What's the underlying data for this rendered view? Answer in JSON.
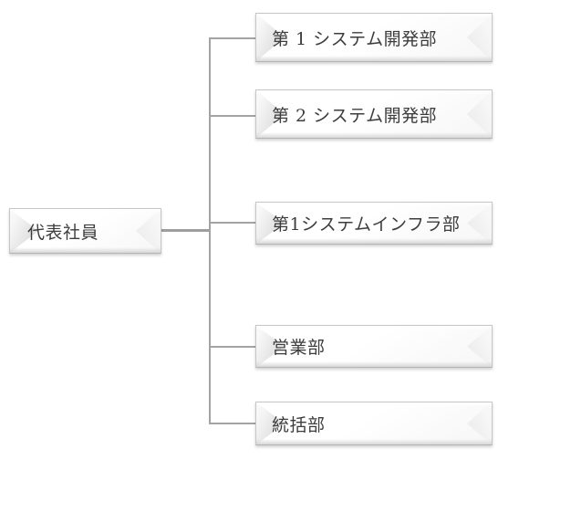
{
  "diagram": {
    "type": "org-chart",
    "root": {
      "label": "代表社員"
    },
    "departments": [
      {
        "label": "第 1 システム開発部"
      },
      {
        "label": "第 2 システム開発部"
      },
      {
        "label": "第1システムインフラ部"
      },
      {
        "label": "営業部"
      },
      {
        "label": "統括部"
      }
    ],
    "colors": {
      "connector": "#a3a3a3",
      "node_face": "#ffffff",
      "node_border": "#c6c6c6",
      "node_bevel": "#dcdcdc",
      "text": "#3d3d3d"
    }
  }
}
